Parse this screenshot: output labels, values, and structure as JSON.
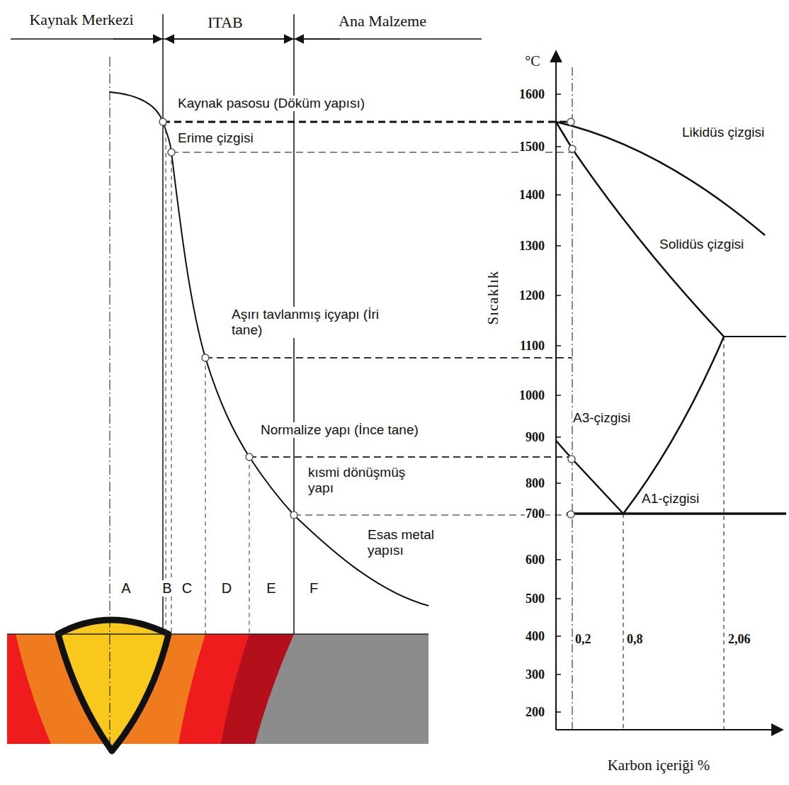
{
  "diagram": {
    "labels": [
      "Kaynak Merkezi",
      "ITAB",
      "Ana Malzeme",
      "°C",
      "1600",
      "1500",
      "1400",
      "1300",
      "1200",
      "1100",
      "1000",
      "900",
      "800",
      "700",
      "600",
      "500",
      "400",
      "300",
      "200",
      "Kaynak pasosu (Döküm yapısı)",
      "Erime çizgisi",
      "Likidüs çizgisi",
      "Solidüs çizgisi",
      "Aşırı tavlanmış içyapı (İri tane)",
      "Normalize yapı (İnce tane)",
      "kısmi dönüşmüş yapı",
      "A3-çizgisi",
      "A1-çizgisi",
      "Esas metal yapısı",
      "Sıcaklık",
      "A",
      "B",
      "C",
      "D",
      "E",
      "F",
      "0,2",
      "0,8",
      "2,06",
      "Karbon içeriği %"
    ]
  }
}
